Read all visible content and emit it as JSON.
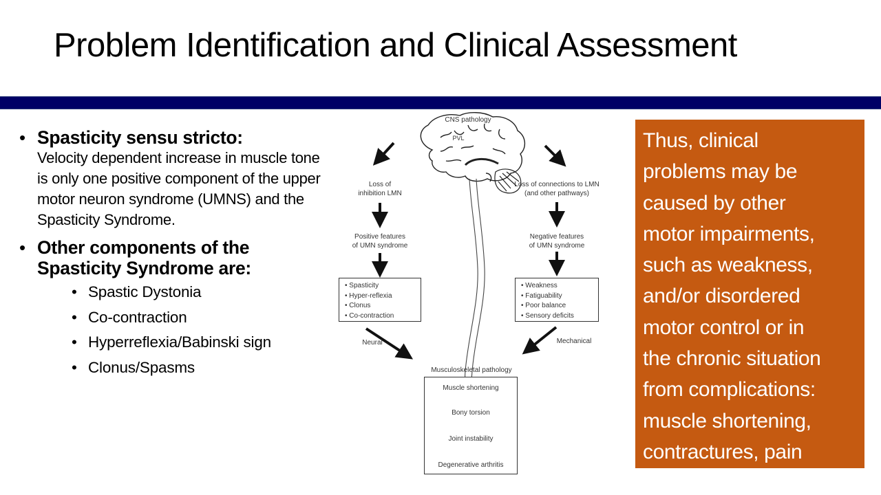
{
  "slide": {
    "title": "Problem Identification and Clinical Assessment",
    "colors": {
      "title_bar": "#000066",
      "callout_background": "#c55a11",
      "callout_text": "#ffffff",
      "text": "#000000"
    }
  },
  "left_column": {
    "bullets": [
      {
        "heading": "Spasticity sensu stricto:",
        "body": "Velocity dependent increase in muscle tone is only one positive component of the upper motor neuron syndrome (UMNS) and the Spasticity Syndrome."
      },
      {
        "heading": "Other components of the Spasticity Syndrome are:",
        "sub_items": [
          "Spastic Dystonia",
          "Co-contraction",
          "Hyperreflexia/Babinski sign",
          "Clonus/Spasms"
        ]
      }
    ]
  },
  "diagram": {
    "top_label": "CNS pathology",
    "brain_label": "PVL",
    "left_branch": {
      "cause": [
        "Loss of",
        "inhibition LMN"
      ],
      "features_title": [
        "Positive features",
        "of UMN syndrome"
      ],
      "features": [
        "Spasticity",
        "Hyper-reflexia",
        "Clonus",
        "Co-contraction"
      ],
      "pathway_label": "Neural"
    },
    "right_branch": {
      "cause": [
        "Loss of connections to LMN",
        "(and other pathways)"
      ],
      "features_title": [
        "Negative features",
        "of UMN syndrome"
      ],
      "features": [
        "Weakness",
        "Fatiguability",
        "Poor balance",
        "Sensory deficits"
      ],
      "pathway_label": "Mechanical"
    },
    "bottom": {
      "title": "Musculoskeletal pathology",
      "chain": [
        "Muscle shortening",
        "Bony torsion",
        "Joint instability",
        "Degenerative arthritis"
      ]
    }
  },
  "callout": {
    "lines": [
      "Thus, clinical",
      "problems may be",
      "caused by other",
      "motor impairments,",
      "such as weakness,",
      "and/or disordered",
      "motor control or in",
      "the chronic situation",
      "from complications:",
      "muscle shortening,",
      "contractures, pain"
    ]
  }
}
